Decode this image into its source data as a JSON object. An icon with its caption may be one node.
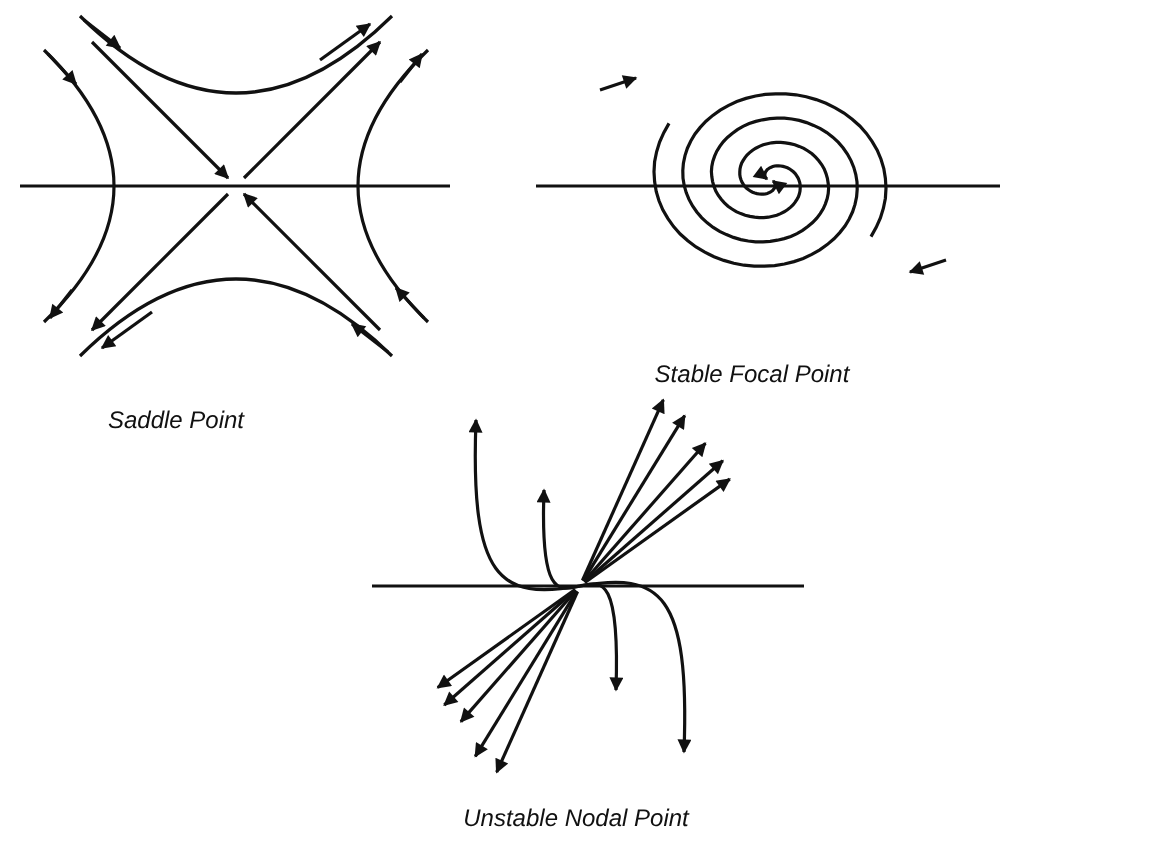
{
  "diagram": {
    "labels": [
      "Saddle Point",
      "Stable Focal Point",
      "Unstable Nodal Point"
    ]
  }
}
